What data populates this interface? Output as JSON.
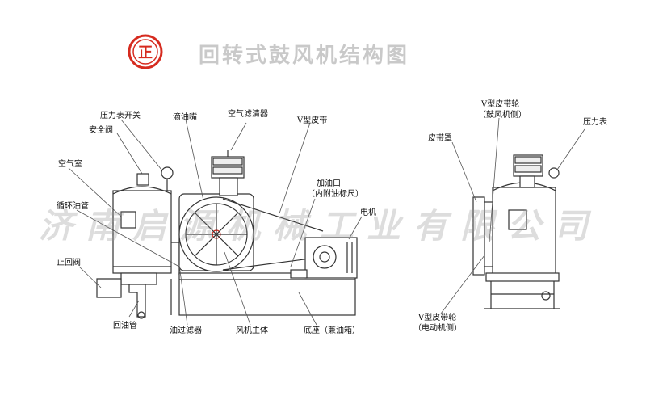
{
  "header": {
    "logo_text": "正",
    "title": "回转式鼓风机结构图"
  },
  "watermark": "济南启源机械工业有限公司",
  "left_view": {
    "labels": {
      "pressure_switch": "压力表开关",
      "oil_nozzle": "滴油嘴",
      "air_filter": "空气滤清器",
      "v_belt": "V型皮带",
      "safety_valve": "安全阀",
      "air_chamber": "空气室",
      "circulating_pipe": "循环油管",
      "check_valve": "止回阀",
      "oil_inlet_line1": "加油口",
      "oil_inlet_line2": "（内附油标尺）",
      "motor": "电机",
      "return_pipe": "回油管",
      "oil_filter": "油过滤器",
      "main_body": "风机主体",
      "base": "底座（兼油箱）"
    }
  },
  "right_view": {
    "labels": {
      "v_pulley_top_line1": "V型皮带轮",
      "v_pulley_top_line2": "（鼓风机侧）",
      "pressure_gauge": "压力表",
      "belt_cover": "皮带罩",
      "v_pulley_bottom_line1": "V型皮带轮",
      "v_pulley_bottom_line2": "（电动机侧）"
    }
  },
  "colors": {
    "logo_red": "#d62b1f",
    "line": "#333333",
    "title_gray": "#c9c9c9"
  }
}
